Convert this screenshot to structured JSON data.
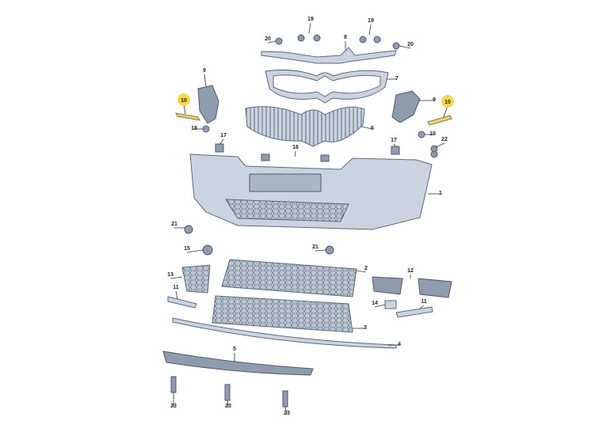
{
  "diagram": {
    "highlight_color": "#f5d94a",
    "callouts": [
      {
        "id": "19a",
        "label": "19"
      },
      {
        "id": "19b",
        "label": "19"
      },
      {
        "id": "20a",
        "label": "20"
      },
      {
        "id": "8",
        "label": "8"
      },
      {
        "id": "20b",
        "label": "20"
      },
      {
        "id": "9a",
        "label": "9"
      },
      {
        "id": "7",
        "label": "7"
      },
      {
        "id": "10a",
        "label": "10",
        "highlighted": true
      },
      {
        "id": "10b",
        "label": "10",
        "highlighted": true
      },
      {
        "id": "9b",
        "label": "9"
      },
      {
        "id": "18a",
        "label": "18"
      },
      {
        "id": "6",
        "label": "6"
      },
      {
        "id": "17a",
        "label": "17"
      },
      {
        "id": "16",
        "label": "16"
      },
      {
        "id": "17b",
        "label": "17"
      },
      {
        "id": "18b",
        "label": "18"
      },
      {
        "id": "22",
        "label": "22"
      },
      {
        "id": "1",
        "label": "1"
      },
      {
        "id": "21a",
        "label": "21"
      },
      {
        "id": "15",
        "label": "15"
      },
      {
        "id": "21b",
        "label": "21"
      },
      {
        "id": "2",
        "label": "2"
      },
      {
        "id": "13",
        "label": "13"
      },
      {
        "id": "12",
        "label": "12"
      },
      {
        "id": "11a",
        "label": "11"
      },
      {
        "id": "14",
        "label": "14"
      },
      {
        "id": "11b",
        "label": "11"
      },
      {
        "id": "3",
        "label": "3"
      },
      {
        "id": "4",
        "label": "4"
      },
      {
        "id": "5",
        "label": "5"
      },
      {
        "id": "23a",
        "label": "23"
      },
      {
        "id": "23b",
        "label": "23"
      },
      {
        "id": "23c",
        "label": "23"
      }
    ]
  }
}
